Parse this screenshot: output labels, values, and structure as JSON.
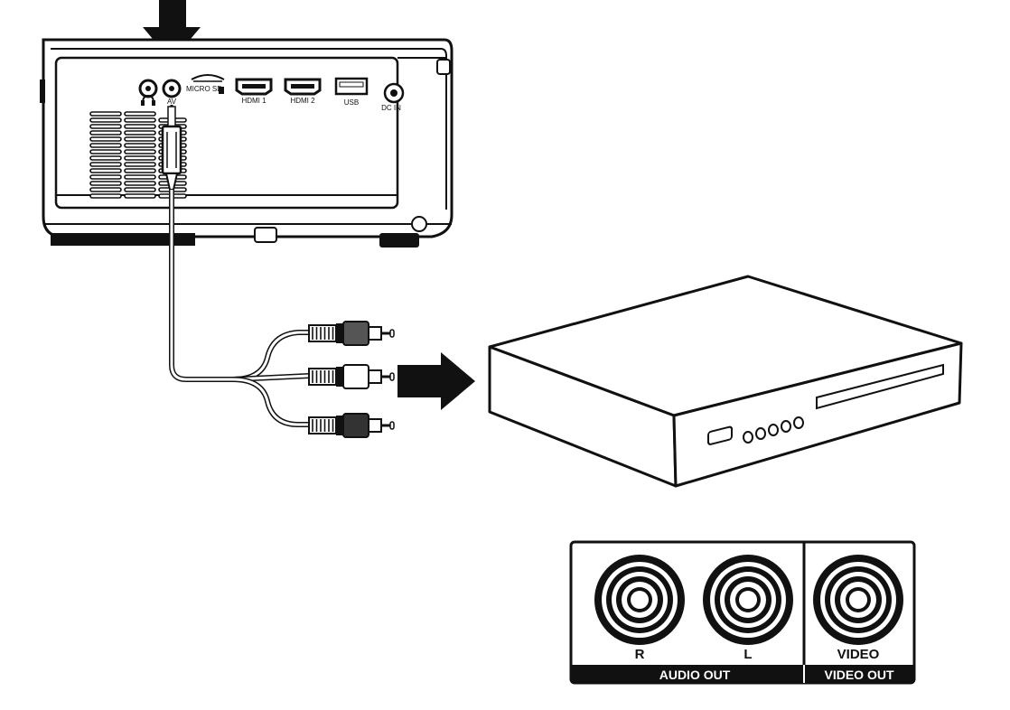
{
  "projector": {
    "ports": {
      "headphone_icon": "headphone-icon",
      "av": "AV",
      "micro_sd": "MICRO SD",
      "hdmi1": "HDMI 1",
      "hdmi2": "HDMI 2",
      "usb": "USB",
      "dc_in": "DC IN"
    }
  },
  "jack_panel": {
    "jacks": [
      {
        "label": "R"
      },
      {
        "label": "L"
      },
      {
        "label": "VIDEO"
      }
    ],
    "groups": [
      {
        "label": "AUDIO OUT"
      },
      {
        "label": "VIDEO OUT"
      }
    ]
  },
  "colors": {
    "ink": "#111111",
    "paper": "#ffffff",
    "vent": "#ffffff"
  }
}
